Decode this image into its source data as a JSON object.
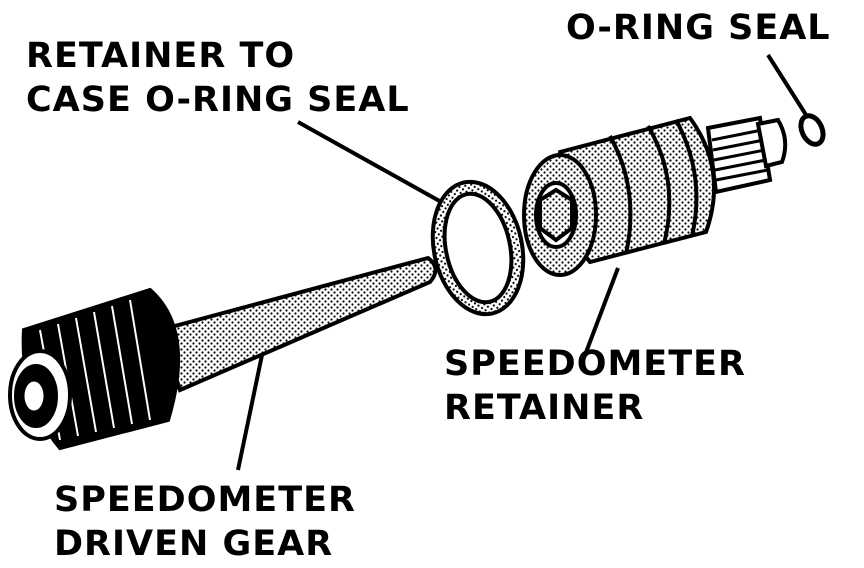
{
  "labels": {
    "oring_seal": "O-RING SEAL",
    "retainer_to_case": [
      "RETAINER TO",
      "CASE O-RING SEAL"
    ],
    "speedometer_retainer": [
      "SPEEDOMETER",
      "RETAINER"
    ],
    "speedometer_driven_gear": [
      "SPEEDOMETER",
      "DRIVEN GEAR"
    ]
  },
  "colors": {
    "ink": "#000000",
    "paper": "#ffffff"
  }
}
